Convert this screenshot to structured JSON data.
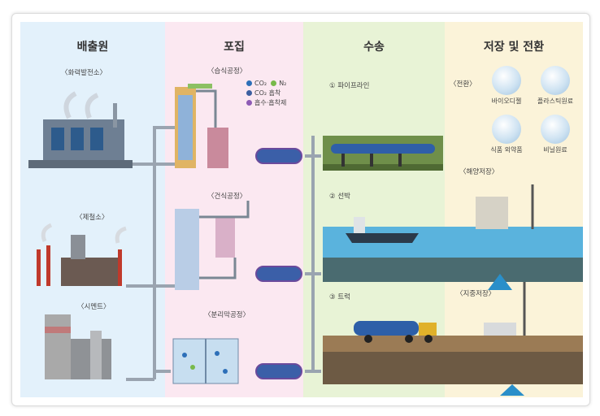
{
  "columns": {
    "emission": {
      "title": "배출원",
      "items": [
        "〈화력발전소〉",
        "〈제철소〉",
        "〈시멘트〉"
      ]
    },
    "capture": {
      "title": "포집",
      "items": [
        "〈습식공정〉",
        "〈건식공정〉",
        "〈분리막공정〉"
      ],
      "legend": {
        "co2": "CO₂",
        "n2": "N₂",
        "co2_absorb": "CO₂ 흡착",
        "absorbent": "흡수·흡착제"
      }
    },
    "transport": {
      "title": "수송",
      "items": [
        "① 파이프라인",
        "② 선박",
        "③ 트럭"
      ]
    },
    "storage": {
      "title": "저장 및 전환",
      "conversion": "〈전환〉",
      "products": [
        "바이오디젤",
        "플라스틱원료",
        "식품 외약품",
        "비닐원료"
      ],
      "ocean": "〈해양저장〉",
      "ground": "〈지중저장〉"
    }
  },
  "colors": {
    "emission_bg": "#e3f1fb",
    "capture_bg": "#fbe8f1",
    "transport_bg": "#e8f3d6",
    "storage_bg": "#fbf3d9",
    "co2": "#2d6fb8",
    "n2": "#78b94a",
    "absorbent": "#8e5bb5",
    "pipe": "#9aa4b0"
  }
}
